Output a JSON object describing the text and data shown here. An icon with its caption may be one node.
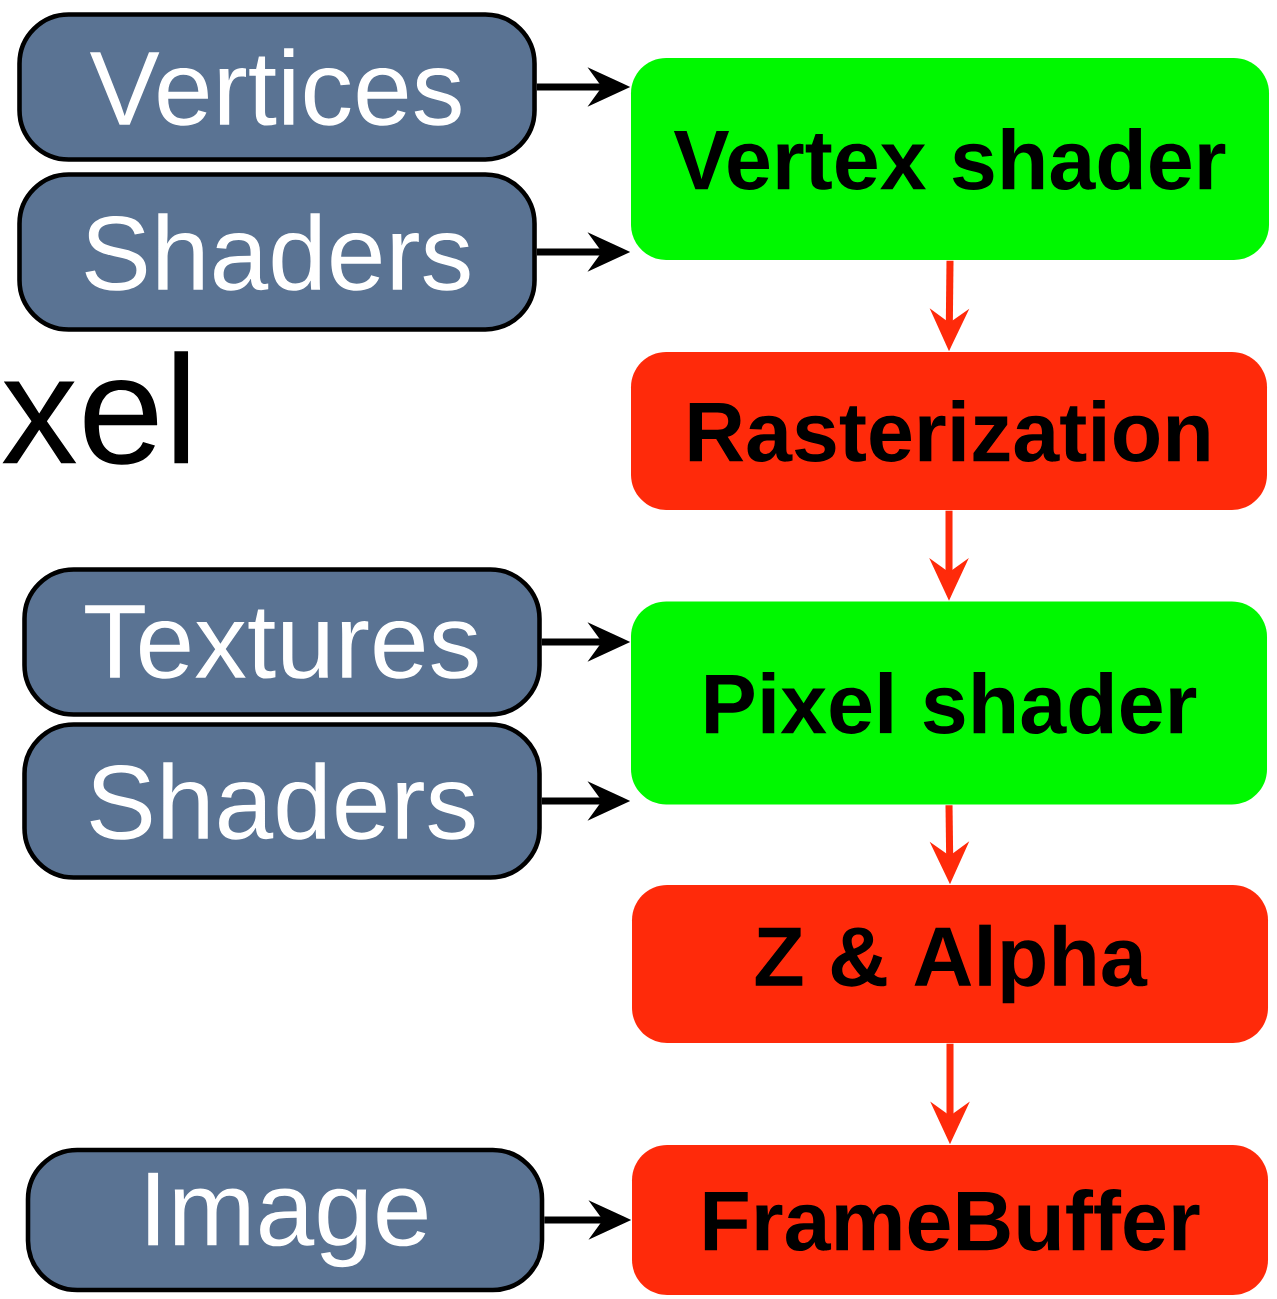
{
  "diagram": {
    "nodes": [
      {
        "text": [
          "Vertices"
        ]
      },
      {
        "text": [
          "Shaders"
        ]
      },
      {
        "text": [
          "Textures"
        ]
      },
      {
        "text": [
          "Shaders"
        ]
      },
      {
        "text": [
          "Image"
        ]
      },
      {
        "text": [
          "Vertex shader"
        ]
      },
      {
        "text": [
          "Rasterization"
        ]
      },
      {
        "text": [
          "Pixel shader"
        ]
      },
      {
        "text": [
          "Z & Alpha"
        ]
      },
      {
        "text": [
          "FrameBuffer"
        ]
      }
    ],
    "edges": [
      {
        "from": 0,
        "to": 5,
        "arrow": "to"
      },
      {
        "from": 1,
        "to": 5,
        "arrow": "to"
      },
      {
        "from": 2,
        "to": 7,
        "arrow": "to"
      },
      {
        "from": 3,
        "to": 7,
        "arrow": "to"
      },
      {
        "from": 4,
        "to": 9,
        "arrow": "to"
      },
      {
        "from": 5,
        "to": 6,
        "arrow": "to",
        "color": "#ff2a0a"
      },
      {
        "from": 6,
        "to": 7,
        "arrow": "to",
        "color": "#ff2a0a"
      },
      {
        "from": 7,
        "to": 8,
        "arrow": "to",
        "color": "#ff2a0a"
      },
      {
        "from": 8,
        "to": 9,
        "arrow": "to",
        "color": "#ff2a0a"
      }
    ],
    "labels": [
      "xel"
    ]
  }
}
